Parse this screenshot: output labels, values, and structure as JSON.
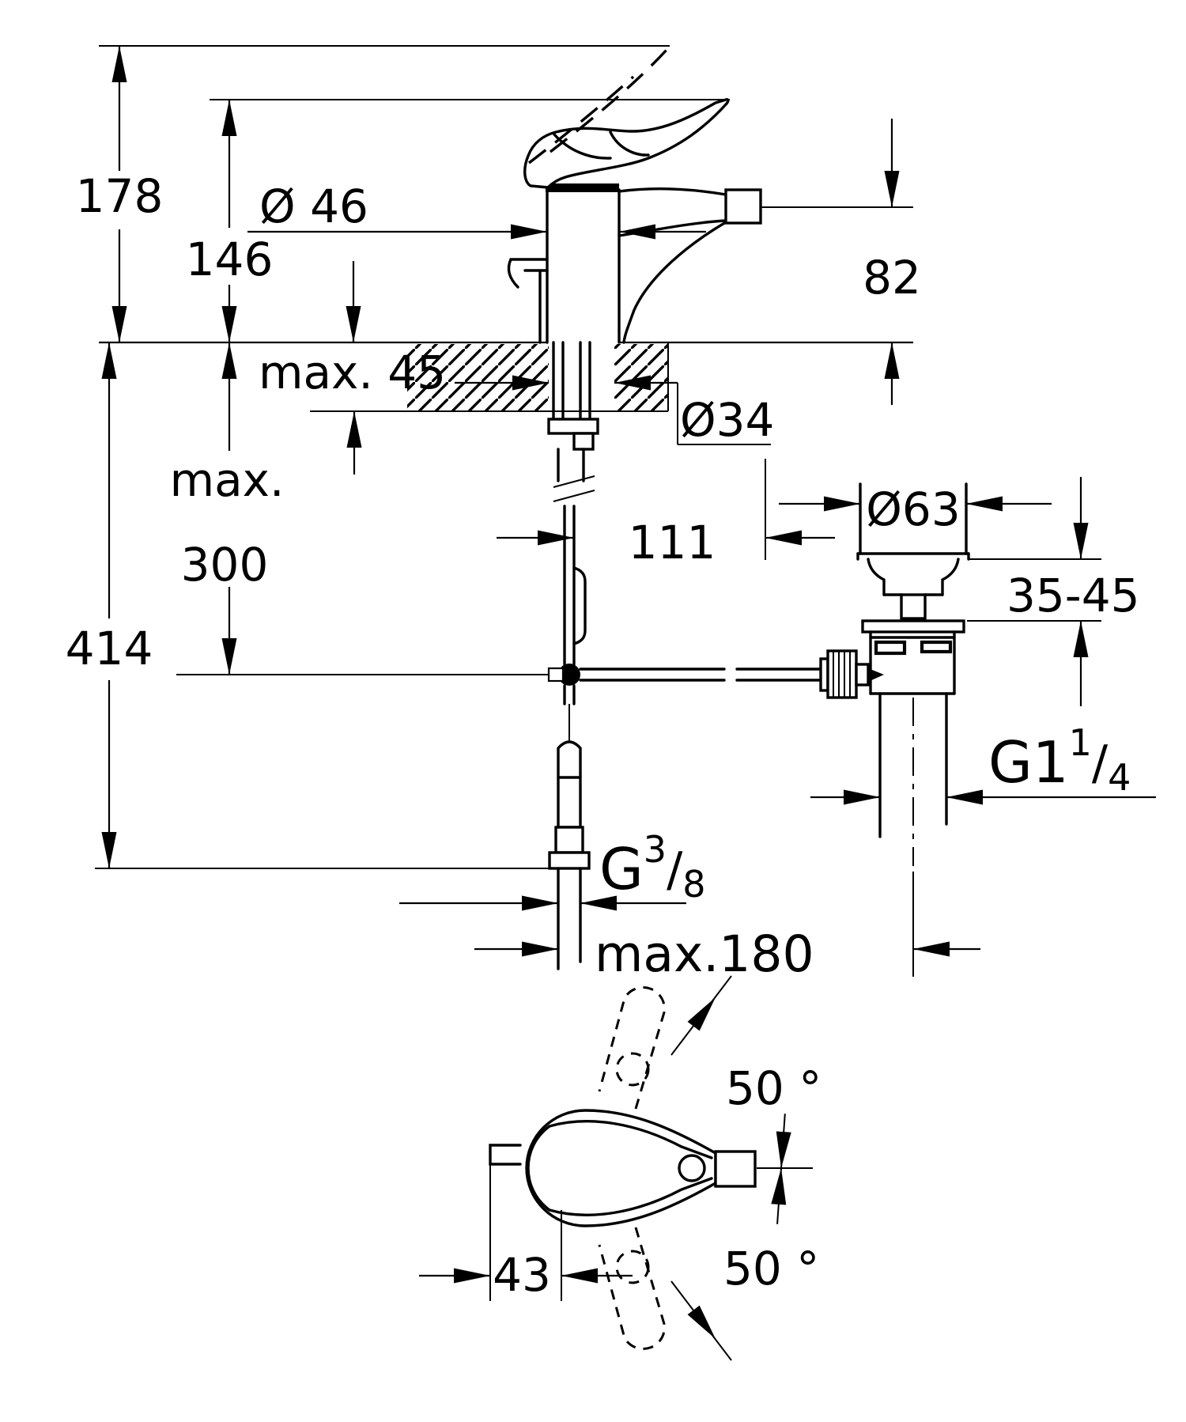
{
  "drawing": {
    "background": "#ffffff",
    "line_color": "#000000",
    "labels": {
      "overall_height": "178",
      "handle_height": "146",
      "body_diameter": "Ø 46",
      "spout_height": "82",
      "deck_thickness": "max. 45",
      "hole_diameter": "Ø34",
      "hose_length_line1": "max.",
      "hose_length_line2": "300",
      "spout_projection": "111",
      "waste_head_diameter": "Ø63",
      "mount_range": "35-45",
      "total_height": "414",
      "waste_thread_prefix": "G1",
      "waste_thread_numerator": "1",
      "waste_thread_slash": "/",
      "waste_thread_denominator": "4",
      "supply_thread_prefix": "G",
      "supply_thread_numerator": "3",
      "supply_thread_slash": "/",
      "supply_thread_denominator": "8",
      "rod_reach": "max.180",
      "swivel_angle_upper": "50 °",
      "swivel_angle_lower": "50 °",
      "handle_width": "43"
    }
  }
}
